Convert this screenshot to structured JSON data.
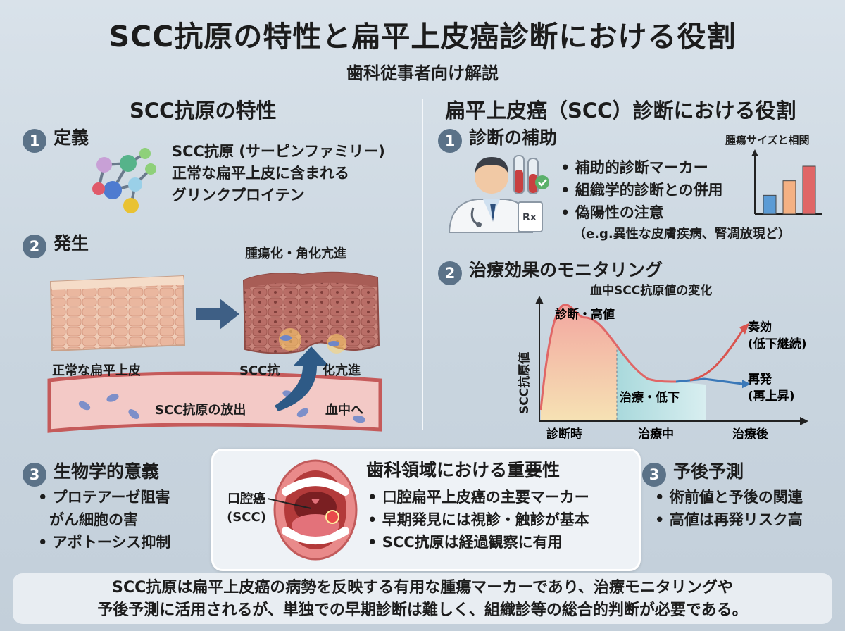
{
  "title": "SCC抗原の特性と扁平上皮癌診断における役割",
  "subtitle": "歯科従事者向け解説",
  "left": {
    "heading": "SCC抗原の特性",
    "definition": {
      "num": "1",
      "label": "定義",
      "lines": [
        "SCC抗原 (サーピンファミリー)",
        "正常な扁平上皮に含まれる",
        "グリンクプロイテン"
      ]
    },
    "occurrence": {
      "num": "2",
      "label": "発生",
      "tumor_label": "腫瘍化・角化亢進",
      "normal_label": "正常な扁平上皮",
      "scc_label_a": "SCC抗",
      "scc_label_b": "化亢進",
      "release_label": "SCC抗原の放出",
      "blood_label": "血中へ"
    },
    "bio": {
      "num": "3",
      "label": "生物学的意義",
      "items": [
        "プロテアーゼ阻害",
        "がん細胞の害",
        "アポトーシス抑制"
      ]
    }
  },
  "right": {
    "heading": "扁平上皮癌（SCC）診断における役割",
    "diagnosis": {
      "num": "1",
      "label": "診断の補助",
      "items": [
        "補助的診断マーカー",
        "組織学的診断との併用",
        "偽陽性の注意"
      ],
      "note": "（e.g.異性な皮膚疾病、腎凋放現ど）",
      "mini_chart_title": "腫瘍サイズと相関"
    },
    "monitoring": {
      "num": "2",
      "label": "治療効果のモニタリング"
    },
    "prognosis": {
      "num": "3",
      "label": "予後予測",
      "items": [
        "術前値と予後の関連",
        "高値は再発リスク高"
      ]
    }
  },
  "dental": {
    "title": "歯科領域における重要性",
    "oral_label_1": "口腔癌",
    "oral_label_2": "(SCC)",
    "items": [
      "口腔扁平上皮癌の主要マーカー",
      "早期発見には視診・触診が基本",
      "SCC抗原は経過観察に有用"
    ]
  },
  "footer": {
    "line1": "SCC抗原は扁平上皮癌の病勢を反映する有用な腫瘍マーカーであり、治療モニタリングや",
    "line2": "予後予測に活用されるが、単独での早期診断は難しく、組織診等の総合的判断が必要である。"
  },
  "chart_data": [
    {
      "type": "bar",
      "title": "腫瘍サイズと相関",
      "categories": [
        "",
        "",
        ""
      ],
      "values": [
        1,
        2,
        3
      ],
      "colors": [
        "#5b9bd5",
        "#f4b183",
        "#e06666"
      ]
    },
    {
      "type": "line",
      "title": "血中SCC抗原値の変化",
      "ylabel": "SCC抗原値",
      "categories": [
        "診断時",
        "治療中",
        "治療後"
      ],
      "annotations": [
        "診断・高値",
        "治療・低下",
        "奏効",
        "(低下継続)",
        "再発",
        "(再上昇)"
      ],
      "series": [
        {
          "name": "",
          "values": [
            0.1,
            0.92,
            0.35,
            0.4,
            0.82
          ]
        },
        {
          "name": "",
          "values": [
            0.1,
            0.92,
            0.35,
            0.4,
            0.33
          ]
        }
      ],
      "colors": {
        "main": "#e06666",
        "decline": "#3a78b8",
        "relapse": "#d9544f"
      }
    }
  ]
}
